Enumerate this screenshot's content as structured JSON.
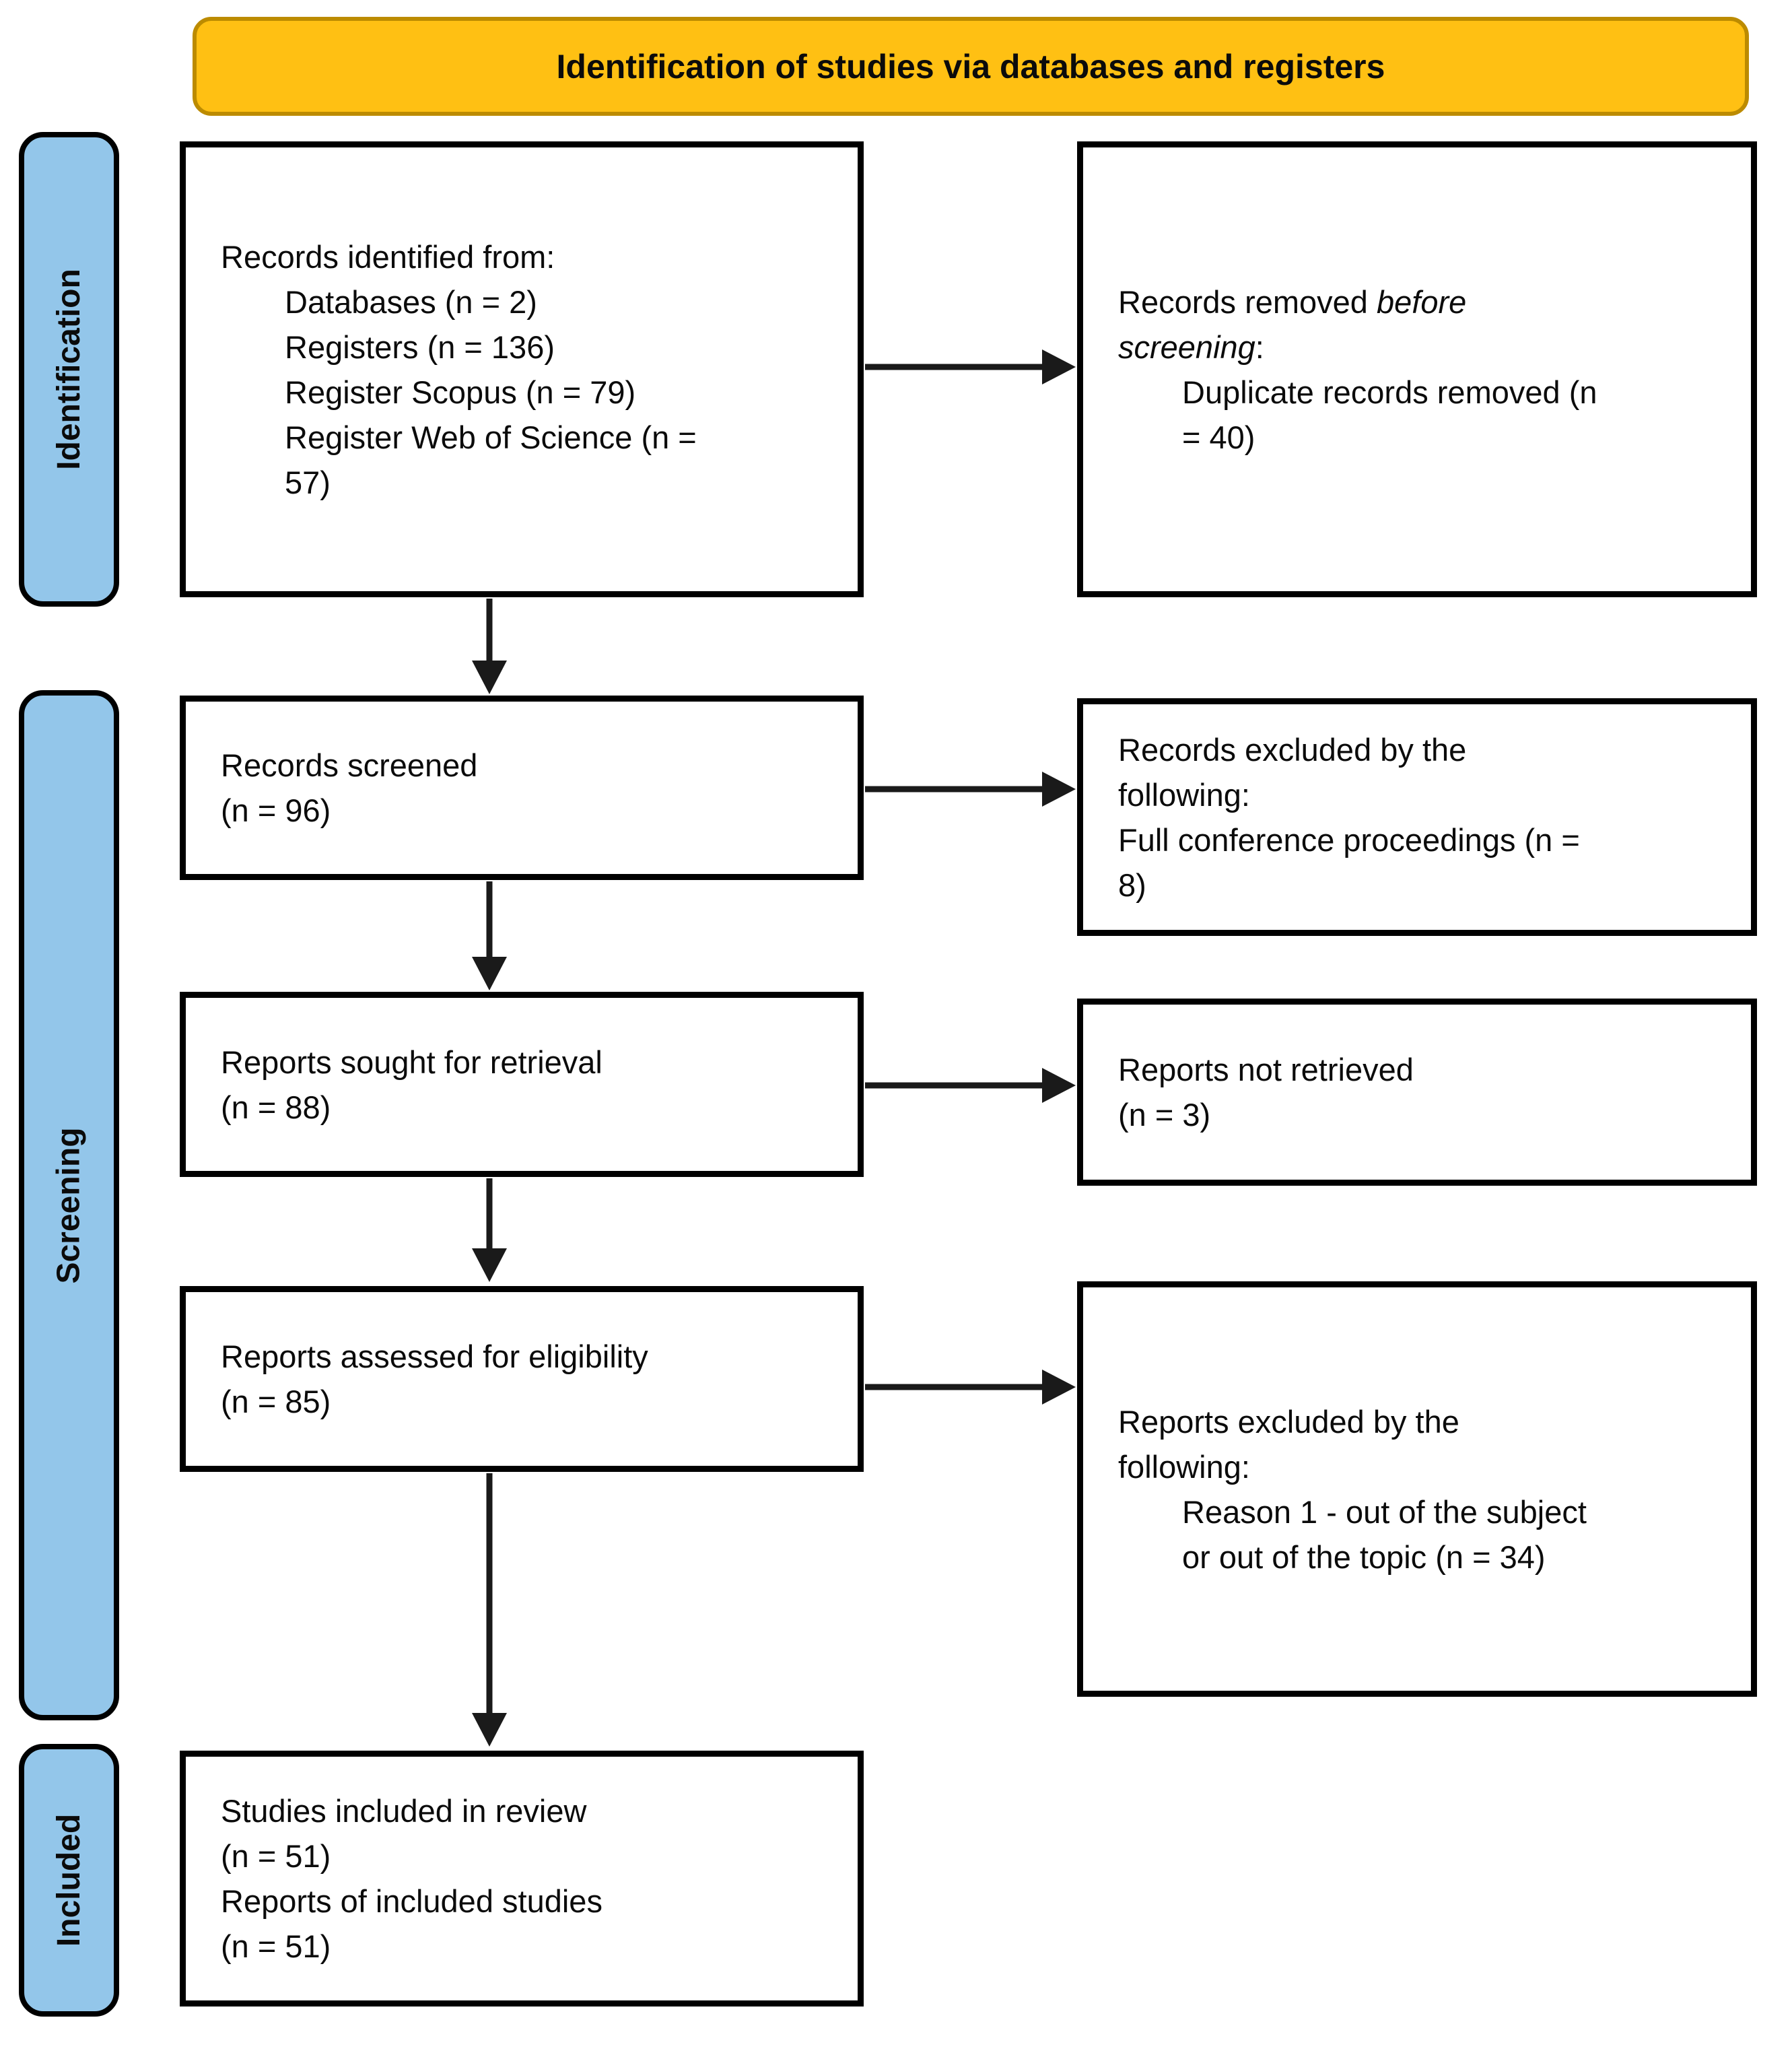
{
  "banner": {
    "label": "Identification of studies via databases and registers"
  },
  "colors": {
    "banner_fill": "#FFC013",
    "banner_border": "#BC8B00",
    "sidebar_fill": "#93C6EA",
    "box_border": "#000000",
    "arrow": "#1a1a1a"
  },
  "sidebar": {
    "items": [
      {
        "id": "identification",
        "label": "Identification"
      },
      {
        "id": "screening",
        "label": "Screening"
      },
      {
        "id": "included",
        "label": "Included"
      }
    ]
  },
  "boxes": {
    "records_identified": {
      "lines": [
        {
          "indent": 0,
          "segments": [
            {
              "text": "Records identified from:"
            }
          ]
        },
        {
          "indent": 1,
          "segments": [
            {
              "text": "Databases (n = 2)"
            }
          ]
        },
        {
          "indent": 1,
          "segments": [
            {
              "text": "Registers (n = 136)"
            }
          ]
        },
        {
          "indent": 1,
          "segments": [
            {
              "text": "Register Scopus (n = 79)"
            }
          ]
        },
        {
          "indent": 1,
          "segments": [
            {
              "text": "Register Web of Science (n ="
            }
          ]
        },
        {
          "indent": 1,
          "segments": [
            {
              "text": "57)"
            }
          ]
        }
      ]
    },
    "records_removed": {
      "lines": [
        {
          "indent": 0,
          "segments": [
            {
              "text": "Records removed "
            },
            {
              "text": "before",
              "italic": true
            }
          ]
        },
        {
          "indent": 0,
          "segments": [
            {
              "text": "screening",
              "italic": true
            },
            {
              "text": ":"
            }
          ]
        },
        {
          "indent": 1,
          "segments": [
            {
              "text": "Duplicate records removed (n"
            }
          ]
        },
        {
          "indent": 1,
          "segments": [
            {
              "text": "= 40)"
            }
          ]
        }
      ]
    },
    "records_screened": {
      "lines": [
        {
          "indent": 0,
          "segments": [
            {
              "text": "Records screened"
            }
          ]
        },
        {
          "indent": 0,
          "segments": [
            {
              "text": "(n = 96)"
            }
          ]
        }
      ]
    },
    "records_excluded": {
      "lines": [
        {
          "indent": 0,
          "segments": [
            {
              "text": "Records excluded by the"
            }
          ]
        },
        {
          "indent": 0,
          "segments": [
            {
              "text": "following:"
            }
          ]
        },
        {
          "indent": 0,
          "segments": [
            {
              "text": "Full conference proceedings (n ="
            }
          ]
        },
        {
          "indent": 0,
          "segments": [
            {
              "text": "8)"
            }
          ]
        }
      ]
    },
    "reports_sought": {
      "lines": [
        {
          "indent": 0,
          "segments": [
            {
              "text": "Reports sought for retrieval"
            }
          ]
        },
        {
          "indent": 0,
          "segments": [
            {
              "text": "(n = 88)"
            }
          ]
        }
      ]
    },
    "reports_not_retrieved": {
      "lines": [
        {
          "indent": 0,
          "segments": [
            {
              "text": "Reports not retrieved"
            }
          ]
        },
        {
          "indent": 0,
          "segments": [
            {
              "text": "(n = 3)"
            }
          ]
        }
      ]
    },
    "reports_assessed": {
      "lines": [
        {
          "indent": 0,
          "segments": [
            {
              "text": "Reports assessed for eligibility"
            }
          ]
        },
        {
          "indent": 0,
          "segments": [
            {
              "text": "(n = 85)"
            }
          ]
        }
      ]
    },
    "reports_excluded": {
      "lines": [
        {
          "indent": 0,
          "segments": [
            {
              "text": "Reports excluded by the"
            }
          ]
        },
        {
          "indent": 0,
          "segments": [
            {
              "text": "following:"
            }
          ]
        },
        {
          "indent": 1,
          "segments": [
            {
              "text": "Reason 1 - out of the subject"
            }
          ]
        },
        {
          "indent": 1,
          "segments": [
            {
              "text": "or out of the topic (n = 34)"
            }
          ]
        }
      ]
    },
    "studies_included": {
      "lines": [
        {
          "indent": 0,
          "segments": [
            {
              "text": "Studies included in review"
            }
          ]
        },
        {
          "indent": 0,
          "segments": [
            {
              "text": "(n = 51)"
            }
          ]
        },
        {
          "indent": 0,
          "segments": [
            {
              "text": "Reports of included studies"
            }
          ]
        },
        {
          "indent": 0,
          "segments": [
            {
              "text": "(n = 51)"
            }
          ]
        }
      ]
    }
  }
}
